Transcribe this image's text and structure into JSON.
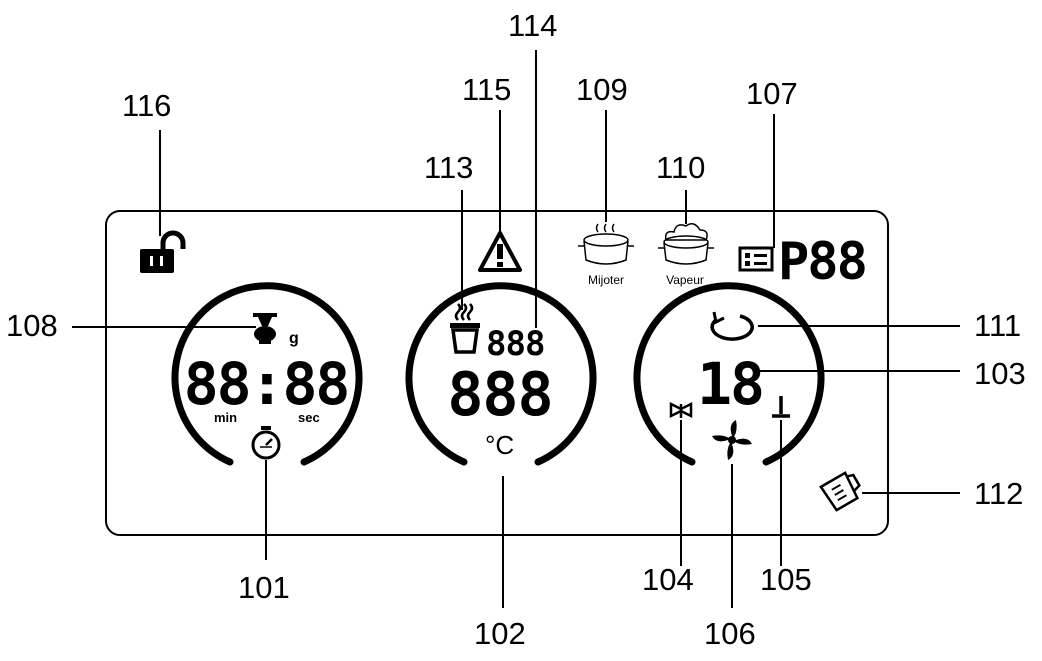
{
  "display": {
    "timer_digits": "88:88",
    "unit_min": "min",
    "unit_sec": "sec",
    "unit_g": "g",
    "temp_top_digits": "888",
    "temp_main_digits": "888",
    "temp_unit": "°C",
    "speed_digits": "18",
    "program_digits": "P88",
    "mijoter_label": "Mijoter",
    "vapeur_label": "Vapeur"
  },
  "refs": {
    "r101": "101",
    "r102": "102",
    "r103": "103",
    "r104": "104",
    "r105": "105",
    "r106": "106",
    "r107": "107",
    "r108": "108",
    "r109": "109",
    "r110": "110",
    "r111": "111",
    "r112": "112",
    "r113": "113",
    "r114": "114",
    "r115": "115",
    "r116": "116"
  },
  "icons": [
    "unlock-icon",
    "scale-icon",
    "timer-icon",
    "steam-cup-icon",
    "warning-icon",
    "pot-icon",
    "steamer-icon",
    "program-list-icon",
    "rotation-icon",
    "spatula-icon",
    "whisk-icon",
    "fan-icon",
    "measuring-cup-icon"
  ]
}
